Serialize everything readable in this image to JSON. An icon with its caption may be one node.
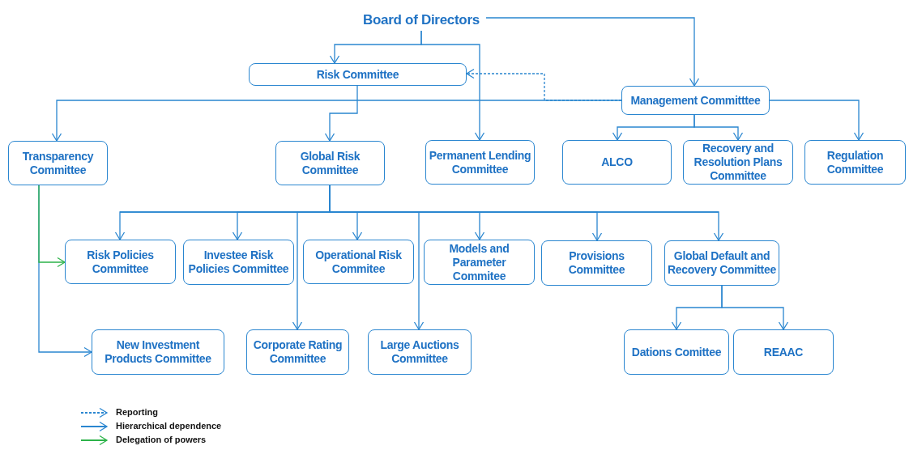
{
  "diagram": {
    "nodes": [
      {
        "text": [
          "Board of Directors"
        ]
      },
      {
        "text": [
          "Risk Committee"
        ]
      },
      {
        "text": [
          "Management Committtee"
        ]
      },
      {
        "text": [
          "Transparency Committee"
        ]
      },
      {
        "text": [
          "Global Risk Committee"
        ]
      },
      {
        "text": [
          "Permanent Lending Committee"
        ]
      },
      {
        "text": [
          "ALCO"
        ]
      },
      {
        "text": [
          "Recovery and Resolution Plans Committee"
        ]
      },
      {
        "text": [
          "Regulation Committee"
        ]
      },
      {
        "text": [
          "Risk Policies Committee"
        ]
      },
      {
        "text": [
          "Investee Risk Policies Committee"
        ]
      },
      {
        "text": [
          "Operational Risk Commitee"
        ]
      },
      {
        "text": [
          "Models and Parameter Commitee"
        ]
      },
      {
        "text": [
          "Provisions Committee"
        ]
      },
      {
        "text": [
          "Global Default and Recovery Committee"
        ]
      },
      {
        "text": [
          "New Investment Products Committee"
        ]
      },
      {
        "text": [
          "Corporate Rating Committee"
        ]
      },
      {
        "text": [
          "Large Auctions Committee"
        ]
      },
      {
        "text": [
          "Dations Comittee"
        ]
      },
      {
        "text": [
          "REAAC"
        ]
      }
    ],
    "edges": [
      {
        "from": 0,
        "to": 1,
        "arrow": "to"
      },
      {
        "from": 0,
        "to": 5,
        "arrow": "to"
      },
      {
        "from": 0,
        "to": 2,
        "arrow": "to"
      },
      {
        "from": 2,
        "to": 1,
        "arrow": "to",
        "style": "dashed"
      },
      {
        "from": 1,
        "to": 4,
        "arrow": "to"
      },
      {
        "from": 2,
        "to": 3,
        "arrow": "to"
      },
      {
        "from": 2,
        "to": 6,
        "arrow": "to"
      },
      {
        "from": 2,
        "to": 7,
        "arrow": "to"
      },
      {
        "from": 2,
        "to": 8,
        "arrow": "to"
      },
      {
        "from": 4,
        "to": 9,
        "arrow": "to"
      },
      {
        "from": 4,
        "to": 10,
        "arrow": "to"
      },
      {
        "from": 4,
        "to": 11,
        "arrow": "to"
      },
      {
        "from": 4,
        "to": 12,
        "arrow": "to"
      },
      {
        "from": 4,
        "to": 13,
        "arrow": "to"
      },
      {
        "from": 4,
        "to": 14,
        "arrow": "to"
      },
      {
        "from": 4,
        "to": 16,
        "arrow": "to"
      },
      {
        "from": 4,
        "to": 17,
        "arrow": "to"
      },
      {
        "from": 14,
        "to": 18,
        "arrow": "to"
      },
      {
        "from": 14,
        "to": 19,
        "arrow": "to"
      },
      {
        "from": 3,
        "to": 15,
        "arrow": "to"
      },
      {
        "from": 3,
        "to": 9,
        "arrow": "to",
        "color": "#2db34a"
      }
    ],
    "legend": [
      {
        "text": "Reporting"
      },
      {
        "text": "Hierarchical dependence"
      },
      {
        "text": "Delegation of powers"
      }
    ]
  }
}
